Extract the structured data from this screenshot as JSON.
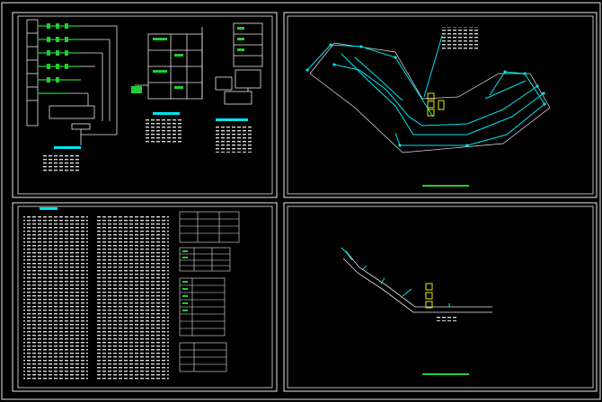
{
  "view": {
    "background": "#000000",
    "frame_color": "#e8e8e8",
    "colors": {
      "line": "#e8e8e8",
      "cyan": "#00e5ee",
      "green": "#22cc33",
      "yellow": "#e6e600",
      "dim": "#9a9a9a"
    }
  },
  "panels": [
    {
      "name": "panel-top-left",
      "content": "riser-diagram"
    },
    {
      "name": "panel-top-right",
      "content": "pipe-plan-full"
    },
    {
      "name": "panel-bottom-left",
      "content": "design-notes-and-tables"
    },
    {
      "name": "panel-bottom-right",
      "content": "pipe-plan-partial"
    }
  ]
}
